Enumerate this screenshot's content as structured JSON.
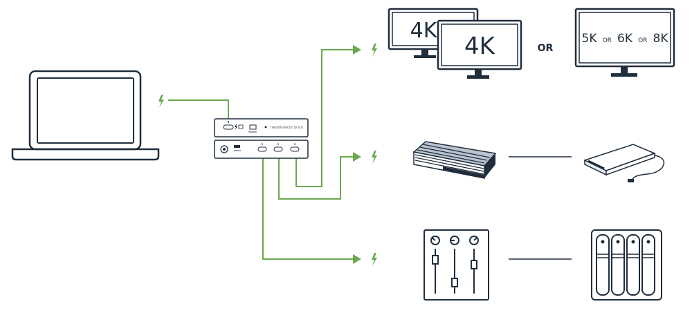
{
  "colors": {
    "connection": "#6aa84f",
    "outline": "#1f2d3d",
    "background": "#ffffff"
  },
  "displays": {
    "monitor_back": "4K",
    "monitor_front": "4K",
    "or_label": "OR",
    "single_monitor": {
      "first": "5K",
      "or1": "OR",
      "second": "6K",
      "or2": "OR",
      "third": "8K"
    }
  },
  "dock": {
    "label": "THUNDERBOLT DOCK"
  },
  "icons": [
    "laptop-icon",
    "thunderbolt-icon",
    "dock-icon",
    "monitor-icon",
    "storage-drive-icon",
    "portable-ssd-icon",
    "audio-mixer-icon",
    "nas-raid-icon"
  ]
}
